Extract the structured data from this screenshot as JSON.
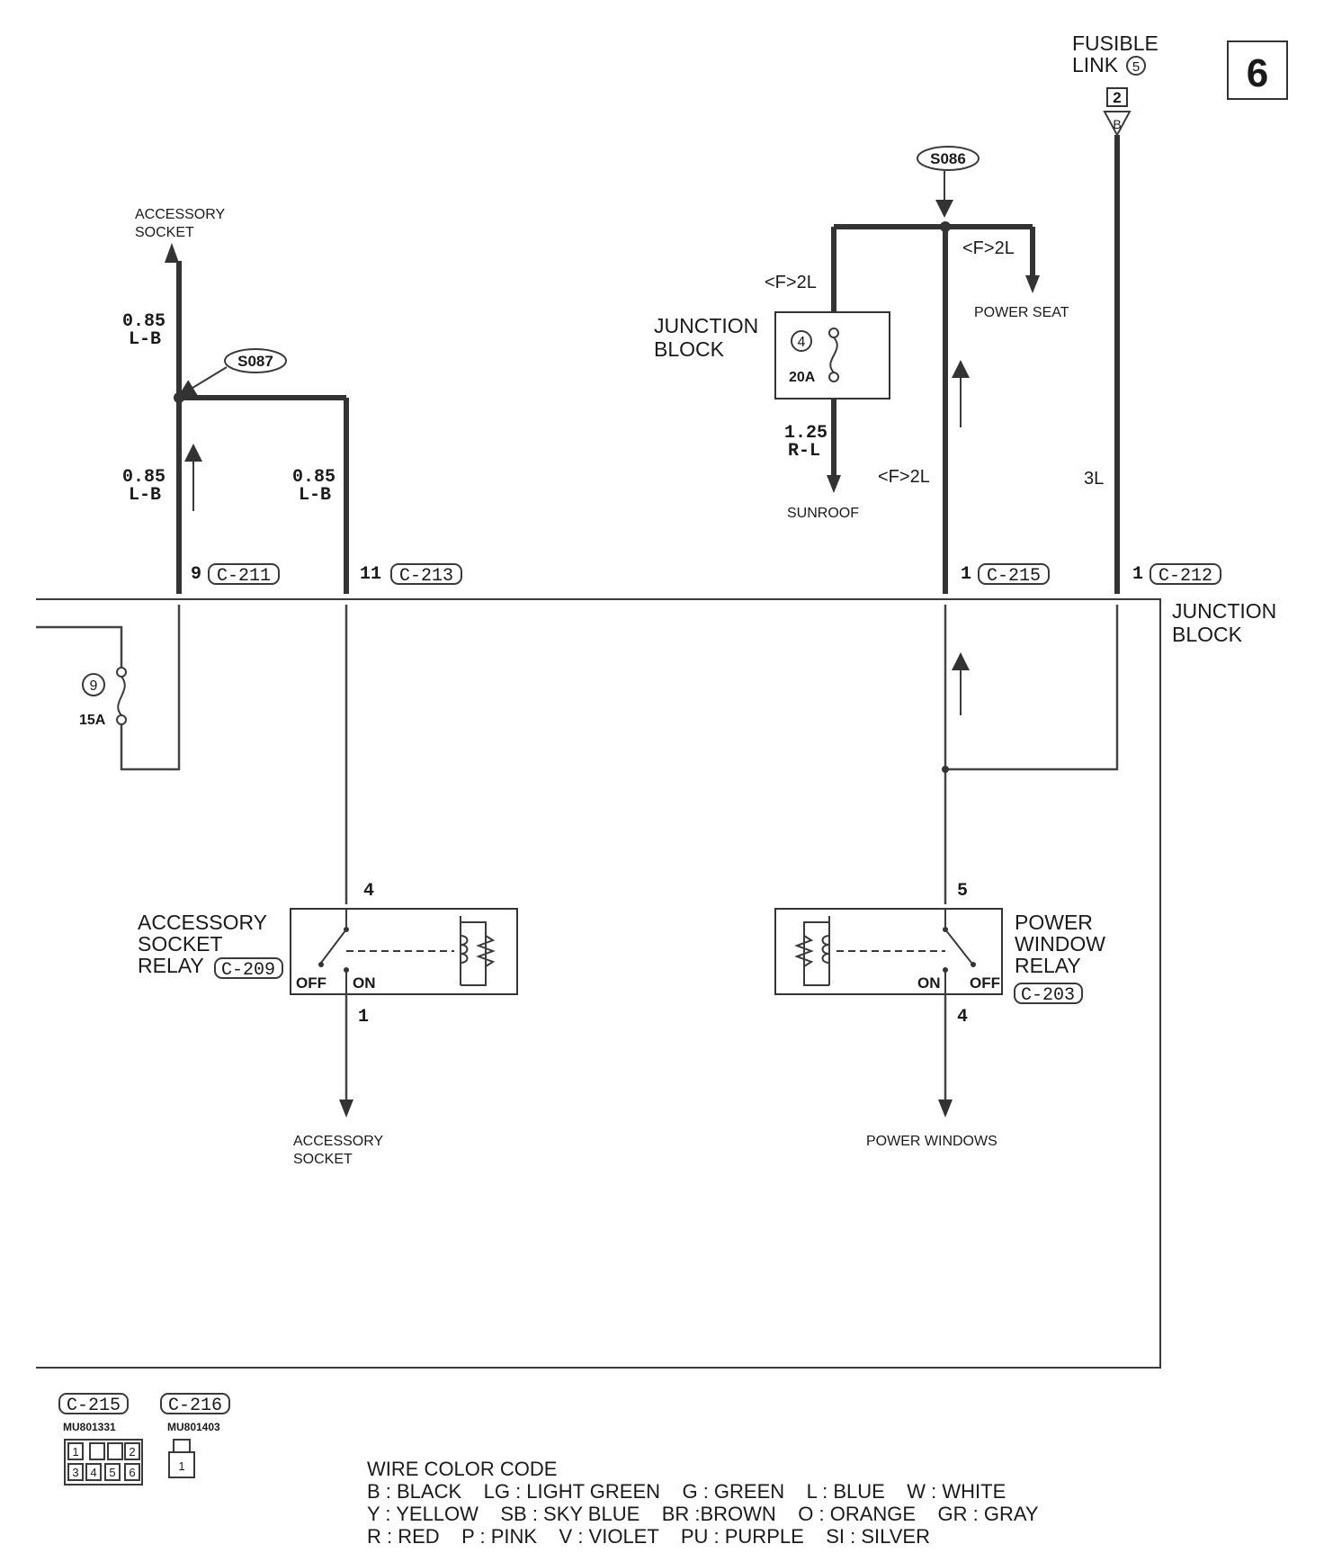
{
  "page_number": "6",
  "fusible_link": {
    "label_line1": "FUSIBLE",
    "label_line2": "LINK",
    "number": "5",
    "terminal": "2",
    "wire": "B"
  },
  "splices": {
    "s086": "S086",
    "s087": "S087"
  },
  "left_branch": {
    "accessory_socket_top_line1": "ACCESSORY",
    "accessory_socket_top_line2": "SOCKET",
    "wire_top_size": "0.85",
    "wire_top_color": "L-B",
    "wire_mid_size": "0.85",
    "wire_mid_color": "L-B",
    "wire_right_size": "0.85",
    "wire_right_color": "L-B",
    "conn_c211_pin": "9",
    "conn_c211": "C-211",
    "conn_c213_pin": "11",
    "conn_c213": "C-213"
  },
  "junction_block_top": {
    "label_line1": "JUNCTION",
    "label_line2": "BLOCK",
    "fuse_number": "4",
    "fuse_rating": "20A",
    "wire_in": "<F>2L",
    "wire_out_size": "1.25",
    "wire_out_color": "R-L",
    "sunroof": "SUNROOF",
    "power_seat_wire": "<F>2L",
    "power_seat": "POWER SEAT",
    "main_wire": "<F>2L",
    "fusible_wire": "3L",
    "conn_c215_pin": "1",
    "conn_c215": "C-215",
    "conn_c212_pin": "1",
    "conn_c212": "C-212"
  },
  "junction_block_main": {
    "label_line1": "JUNCTION",
    "label_line2": "BLOCK",
    "fuse_number": "9",
    "fuse_rating": "15A"
  },
  "accessory_relay": {
    "label_line1": "ACCESSORY",
    "label_line2": "SOCKET",
    "label_line3": "RELAY",
    "connector": "C-209",
    "pin_top": "4",
    "pin_bottom": "1",
    "off": "OFF",
    "on": "ON",
    "dest_line1": "ACCESSORY",
    "dest_line2": "SOCKET"
  },
  "power_window_relay": {
    "label_line1": "POWER",
    "label_line2": "WINDOW",
    "label_line3": "RELAY",
    "connector": "C-203",
    "pin_top": "5",
    "pin_bottom": "4",
    "on": "ON",
    "off": "OFF",
    "dest": "POWER WINDOWS"
  },
  "connectors_legend": [
    {
      "name": "C-215",
      "part": "MU801331",
      "pins_top": [
        "1",
        "",
        "2"
      ],
      "pins_bottom": [
        "3",
        "4",
        "5",
        "6"
      ]
    },
    {
      "name": "C-216",
      "part": "MU801403",
      "pins": [
        "1"
      ]
    }
  ],
  "wire_color_code": {
    "title": "WIRE COLOR CODE",
    "row1": "B : BLACK    LG : LIGHT GREEN    G : GREEN    L : BLUE    W : WHITE",
    "row2": "Y : YELLOW    SB : SKY BLUE    BR :BROWN    O : ORANGE    GR : GRAY",
    "row3": "R : RED    P : PINK    V : VIOLET    PU : PURPLE    SI : SILVER"
  }
}
